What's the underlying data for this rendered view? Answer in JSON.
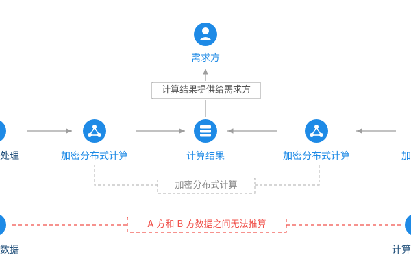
{
  "nodes": {
    "demand_side": "需求方",
    "left_partial": "处理",
    "encrypted_compute_left": "加密分布式计算",
    "compute_result": "计算结果",
    "encrypted_compute_right": "加密分布式计算",
    "right_partial": "加",
    "bottom_left_partial": "数据",
    "bottom_right_partial": "计算"
  },
  "boxes": {
    "provide_result": "计算结果提供给需求方",
    "encrypted_distributed": "加密分布式计算",
    "no_inference": "A 方和 B 方数据之间无法推算"
  },
  "colors": {
    "accent_blue": "#1E8AE6",
    "arrow_gray": "#9E9E9E",
    "dash_gray": "#BDBDBD",
    "alert_red": "#F0504A"
  },
  "icons": {
    "demand_side": "user-icon",
    "encrypted_compute": "network-nodes-icon",
    "compute_result": "database-icon"
  }
}
